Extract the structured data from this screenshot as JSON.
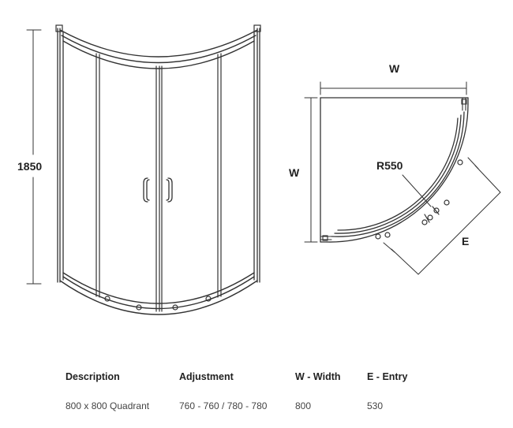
{
  "front_view": {
    "height_label": "1850"
  },
  "plan_view": {
    "width_label_top": "W",
    "width_label_side": "W",
    "radius_label": "R550",
    "entry_label": "E"
  },
  "table": {
    "headers": [
      "Description",
      "Adjustment",
      "W - Width",
      "E - Entry"
    ],
    "rows": [
      [
        "800 x 800 Quadrant",
        "760 - 760 / 780 - 780",
        "800",
        "530"
      ]
    ]
  }
}
